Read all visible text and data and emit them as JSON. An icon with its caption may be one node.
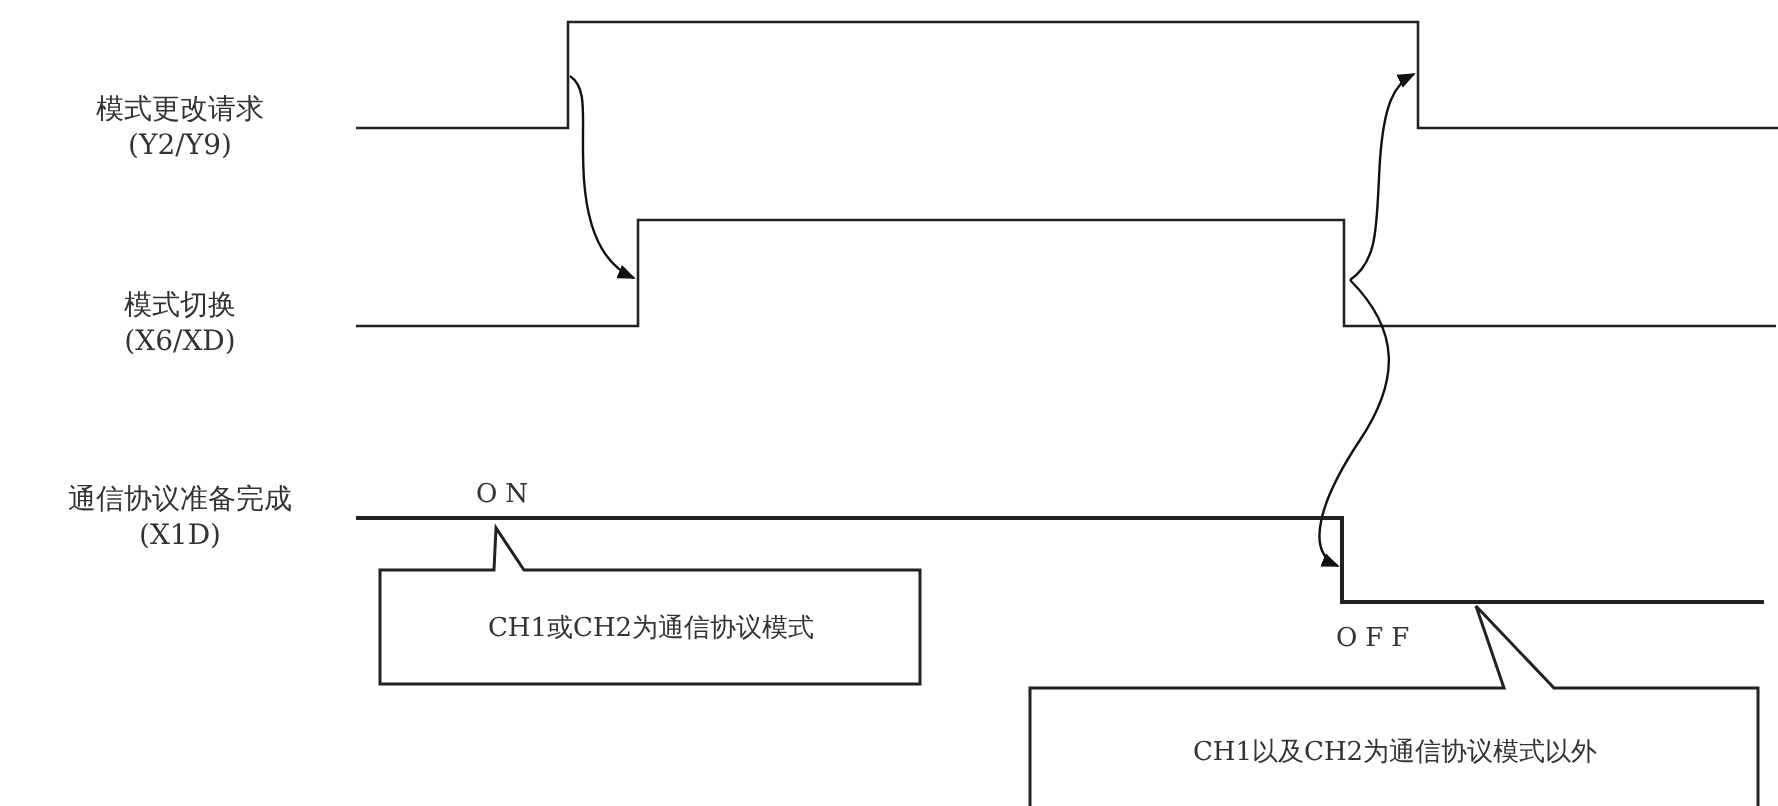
{
  "diagram": {
    "nodes": [
      {
        "text": [],
        "shape": "waveform",
        "beside": [
          "模式更改请求",
          "(Y2/Y9)"
        ]
      },
      {
        "text": [],
        "shape": "waveform",
        "beside": [
          "模式切换",
          "(X6/XD)"
        ]
      },
      {
        "text": [],
        "shape": "waveform",
        "beside": [
          "通信协议准备完成",
          "(X1D)"
        ]
      },
      {
        "text": [
          "CH1或CH2为通信协议模式"
        ]
      },
      {
        "text": [
          "CH1以及CH2为通信协议模式以外"
        ]
      }
    ],
    "edges": [
      {
        "from": 0,
        "to": 1,
        "arrow": "to"
      },
      {
        "from": 1,
        "to": 0,
        "arrow": "to"
      },
      {
        "from": 1,
        "to": 2,
        "arrow": "to"
      }
    ],
    "labels": [
      "ON",
      "OFF"
    ]
  }
}
